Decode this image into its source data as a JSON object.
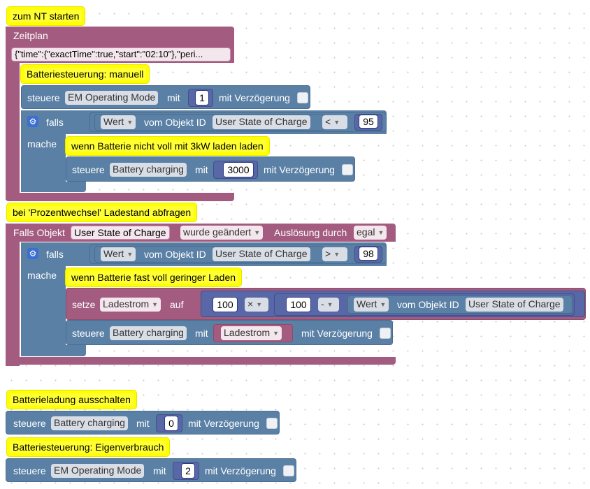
{
  "colors": {
    "trigger": "#a35c7f",
    "action": "#5a80a5",
    "logic": "#5a80a5",
    "math": "#5867a6",
    "comment": "#ffff33"
  },
  "block1": {
    "comment": "zum NT starten",
    "title": "Zeitplan",
    "schedule": "{\"time\":{\"exactTime\":true,\"start\":\"02:10\"},\"peri...",
    "comment_inner": "Batteriesteuerung: manuell",
    "control1": {
      "label": "steuere",
      "target": "EM Operating Mode",
      "with": "mit",
      "value": "1",
      "delay": "mit Verzögerung"
    },
    "if": {
      "if_label": "falls",
      "then_label": "mache",
      "field": "Wert",
      "of_object": "vom Objekt ID",
      "object": "User State of Charge",
      "op": "<",
      "value": "95"
    },
    "comment_then": "wenn Batterie nicht voll mit 3kW laden laden",
    "control2": {
      "label": "steuere",
      "target": "Battery charging",
      "with": "mit",
      "value": "3000",
      "delay": "mit Verzögerung"
    }
  },
  "block2": {
    "comment": "bei 'Prozentwechsel' Ladestand abfragen",
    "trigger_label": "Falls Objekt",
    "object": "User State of Charge",
    "event": "wurde geändert",
    "trigger_by": "Auslösung durch",
    "trigger_value": "egal",
    "if": {
      "if_label": "falls",
      "then_label": "mache",
      "field": "Wert",
      "of_object": "vom Objekt ID",
      "object": "User State of Charge",
      "op": ">",
      "value": "98"
    },
    "comment_then": "wenn Batterie fast voll geringer Laden",
    "set": {
      "label": "setze",
      "var": "Ladestrom",
      "on": "auf",
      "a": "100",
      "mul": "×",
      "b": "100",
      "minus": "-",
      "field": "Wert",
      "of_object": "vom Objekt ID",
      "object": "User State of Charge"
    },
    "control": {
      "label": "steuere",
      "target": "Battery charging",
      "with": "mit",
      "var": "Ladestrom",
      "delay": "mit Verzögerung"
    }
  },
  "block3": {
    "comment": "Batterieladung ausschalten",
    "control": {
      "label": "steuere",
      "target": "Battery charging",
      "with": "mit",
      "value": "0",
      "delay": "mit Verzögerung"
    }
  },
  "block4": {
    "comment": "Batteriesteuerung: Eigenverbrauch",
    "control": {
      "label": "steuere",
      "target": "EM Operating Mode",
      "with": "mit",
      "value": "2",
      "delay": "mit Verzögerung"
    }
  }
}
